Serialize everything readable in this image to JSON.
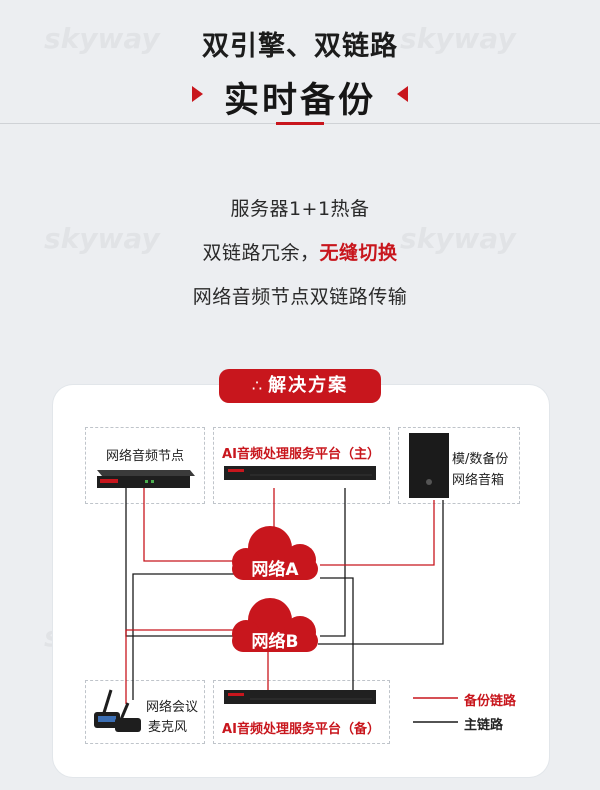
{
  "header": {
    "title_line1": "双引擎、双链路",
    "title_line2": "实时备份"
  },
  "features": {
    "line1": "服务器1+1热备",
    "line2_prefix": "双链路冗余，",
    "line2_highlight": "无缝切换",
    "line3": "网络音频节点双链路传输"
  },
  "diagram": {
    "badge": "解决方案",
    "badge_icon": "share-icon",
    "nodes": {
      "audio_node": "网络音频节点",
      "ai_main": "AI音频处理服务平台（主）",
      "speaker_line1": "模/数备份",
      "speaker_line2": "网络音箱",
      "mic_line1": "网络会议",
      "mic_line2": "麦克风",
      "ai_backup": "AI音频处理服务平台（备）"
    },
    "networks": {
      "a": "网络A",
      "b": "网络B"
    },
    "legend": {
      "backup": "备份链路",
      "main": "主链路"
    },
    "colors": {
      "accent": "#c8161d",
      "main_link": "#1a1a1a",
      "backup_link": "#c8161d"
    }
  },
  "watermark": "skyway"
}
